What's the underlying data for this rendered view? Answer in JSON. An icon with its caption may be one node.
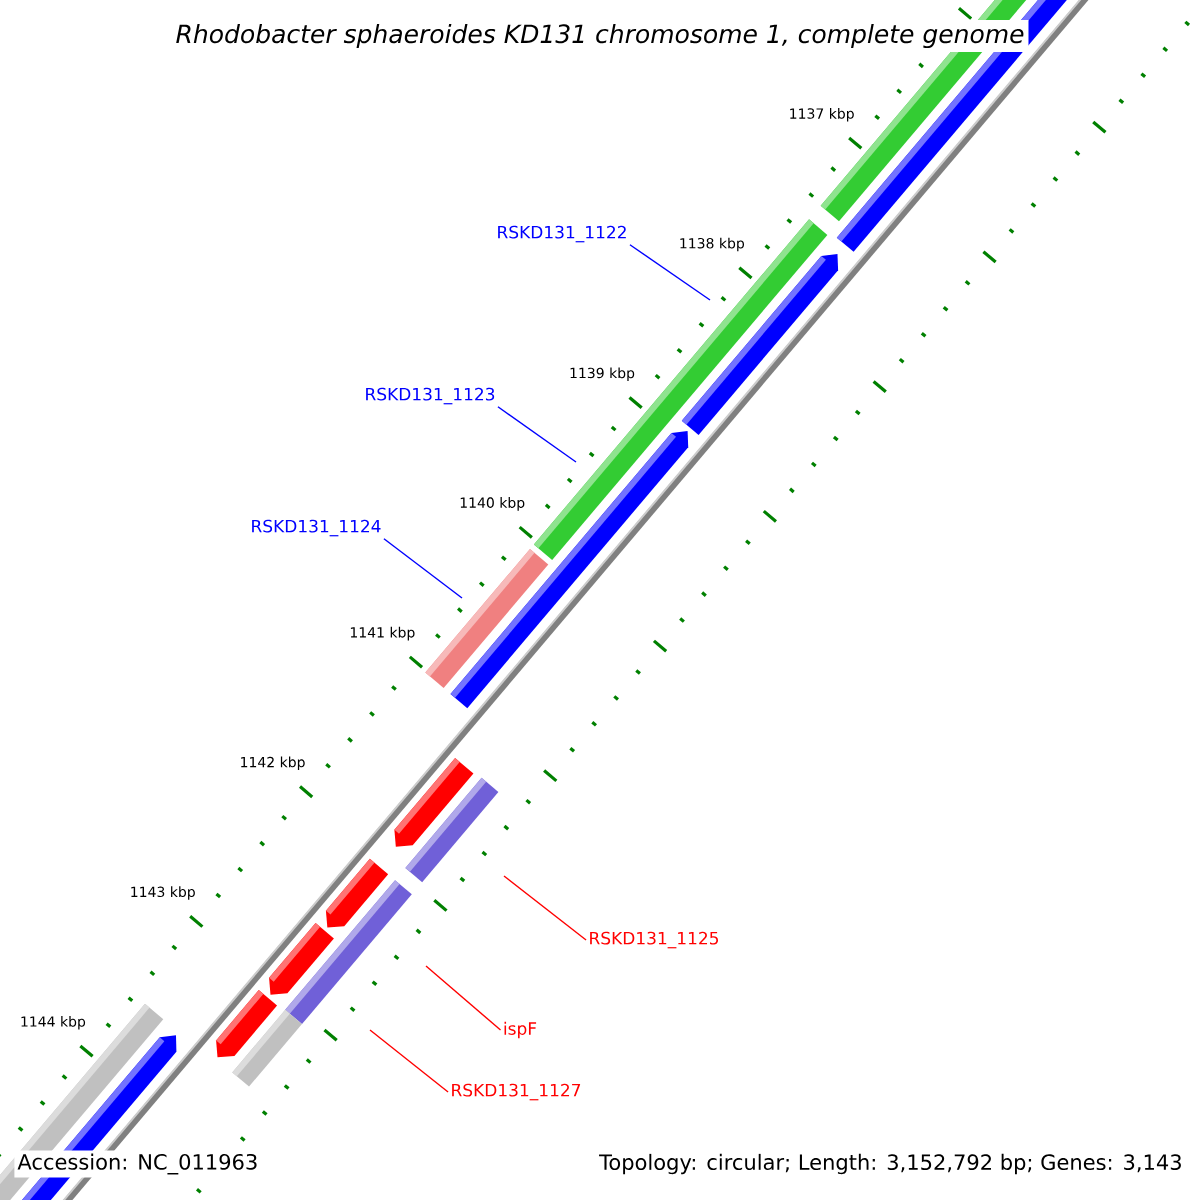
{
  "diagram": {
    "title": "Rhodobacter sphaeroides KD131 chromosome 1, complete genome",
    "nodes": [
      {
        "text": [
          "RSKD131_1122"
        ]
      },
      {
        "text": [
          "RSKD131_1123"
        ]
      },
      {
        "text": [
          "RSKD131_1124"
        ]
      },
      {
        "text": [
          "RSKD131_1125"
        ]
      },
      {
        "text": [
          "ispF"
        ]
      },
      {
        "text": [
          "RSKD131_1127"
        ]
      }
    ],
    "edges": [
      {
        "from": 0,
        "to": null,
        "arrow": "none",
        "color": "#0000ff"
      },
      {
        "from": 1,
        "to": null,
        "arrow": "none",
        "color": "#0000ff"
      },
      {
        "from": 2,
        "to": null,
        "arrow": "none",
        "color": "#0000ff"
      },
      {
        "from": 3,
        "to": null,
        "arrow": "none",
        "color": "#ff0000"
      },
      {
        "from": 4,
        "to": null,
        "arrow": "none",
        "color": "#ff0000"
      },
      {
        "from": 5,
        "to": null,
        "arrow": "none",
        "color": "#ff0000"
      }
    ],
    "labels": [
      "1137 kbp",
      "1138 kbp",
      "1139 kbp",
      "1140 kbp",
      "1141 kbp",
      "1142 kbp",
      "1143 kbp",
      "1144 kbp",
      "Accession: NC_011963",
      "Topology: circular; Length: 3,152,792 bp; Genes: 3,143"
    ]
  }
}
